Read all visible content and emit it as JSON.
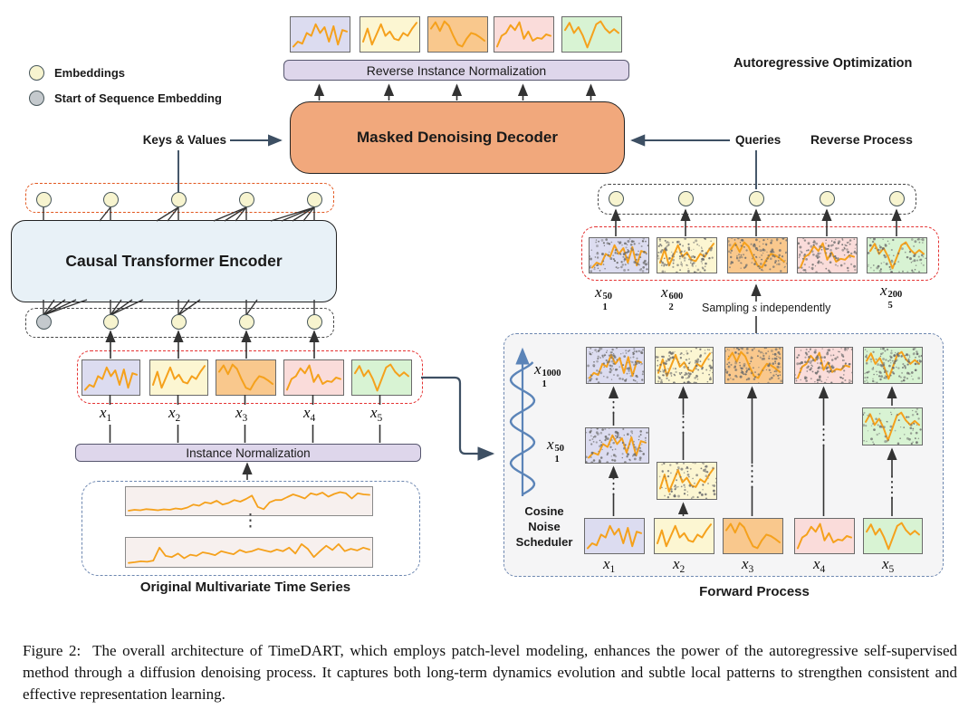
{
  "labels": {
    "reverse_instance_normalization": "Reverse Instance Normalization",
    "masked_denoising_decoder": "Masked Denoising Decoder",
    "causal_transformer_encoder": "Causal Transformer Encoder",
    "instance_normalization": "Instance Normalization",
    "autoregressive_optimization": "Autoregressive Optimization",
    "reverse_process": "Reverse Process",
    "keys_values": "Keys & Values",
    "queries": "Queries",
    "original_series": "Original Multivariate Time Series",
    "forward_process": "Forward Process",
    "sampling_prefix": "Sampling",
    "sampling_var": "s",
    "sampling_suffix": "independently",
    "cosine": [
      "Cosine",
      "Noise",
      "Scheduler"
    ],
    "vertical_dots": "⋮"
  },
  "legend": {
    "embeddings": "Embeddings",
    "start_of_sequence": "Start of Sequence Embedding"
  },
  "math": {
    "left": [
      {
        "base": "x",
        "sub": "1"
      },
      {
        "base": "x",
        "sub": "2"
      },
      {
        "base": "x",
        "sub": "3"
      },
      {
        "base": "x",
        "sub": "4"
      },
      {
        "base": "x",
        "sub": "5"
      }
    ],
    "forward_bottom": [
      {
        "base": "x",
        "sub": "1"
      },
      {
        "base": "x",
        "sub": "2"
      },
      {
        "base": "x",
        "sub": "3"
      },
      {
        "base": "x",
        "sub": "4"
      },
      {
        "base": "x",
        "sub": "5"
      }
    ],
    "noisy": [
      {
        "base": "x",
        "sub": "1",
        "sup": "50"
      },
      {
        "base": "x",
        "sub": "2",
        "sup": "600"
      },
      {
        "base": "x",
        "sub": "5",
        "sup": "200"
      }
    ],
    "t1000": {
      "base": "x",
      "sub": "1",
      "sup": "1000"
    },
    "t50": {
      "base": "x",
      "sub": "1",
      "sup": "50"
    }
  },
  "caption": {
    "tag": "Figure 2:",
    "text": "The overall architecture of TimeDART, which employs patch-level modeling, enhances the power of the autoregressive self-supervised method through a diffusion denoising process. It captures both long-term dynamics evolution and subtle local patterns to strengthen consistent and effective representation learning."
  },
  "colors": {
    "patch_purple": "#dcdcf0",
    "patch_yellow": "#fcf6d2",
    "patch_orange": "#f9c88d",
    "patch_pink": "#fadcda",
    "patch_green": "#d8f3d3",
    "strip_bg": "#f7f0ee",
    "line_orange": "#f5a11c",
    "bar_lavender": "#ded6eb",
    "decoder_orange": "#f1a87c",
    "encoder_blue": "#e8f1f7",
    "embed_yellow": "#f7f4cf",
    "embed_gray": "#c4c9cd",
    "dashed_red": "#e53232",
    "dashed_orange": "#e2571f",
    "dashed_black": "#444444",
    "dashed_blue": "#6d87b0",
    "forward_bg": "#f5f5f6",
    "arrow_dark": "#333333",
    "arrow_slate": "#3d4f63",
    "axis_blue": "#5b84b8"
  },
  "sparklines": {
    "s1": [
      0.08,
      0.25,
      0.18,
      0.55,
      0.45,
      0.85,
      0.55,
      0.75,
      0.25,
      0.78,
      0.15,
      0.65,
      0.6
    ],
    "s2": [
      0.25,
      0.7,
      0.15,
      0.5,
      0.85,
      0.45,
      0.6,
      0.35,
      0.3,
      0.55,
      0.45,
      0.7,
      0.9
    ],
    "s3": [
      0.7,
      0.92,
      0.62,
      0.95,
      0.8,
      0.45,
      0.15,
      0.08,
      0.35,
      0.55,
      0.5,
      0.4,
      0.28
    ],
    "s4": [
      0.08,
      0.45,
      0.55,
      0.82,
      0.65,
      0.92,
      0.35,
      0.6,
      0.28,
      0.38,
      0.35,
      0.5,
      0.45
    ],
    "s5": [
      0.65,
      0.9,
      0.55,
      0.75,
      0.45,
      0.05,
      0.45,
      0.85,
      0.95,
      0.7,
      0.55,
      0.68,
      0.55
    ],
    "strip1": [
      0.08,
      0.12,
      0.1,
      0.15,
      0.13,
      0.1,
      0.14,
      0.12,
      0.18,
      0.15,
      0.22,
      0.35,
      0.3,
      0.45,
      0.4,
      0.52,
      0.35,
      0.42,
      0.55,
      0.48,
      0.6,
      0.75,
      0.25,
      0.15,
      0.45,
      0.55,
      0.55,
      0.68,
      0.8,
      0.72,
      0.62,
      0.85,
      0.78,
      0.88,
      0.7,
      0.82,
      0.9,
      0.85,
      0.62,
      0.85,
      0.8,
      0.78
    ],
    "strip2": [
      0.05,
      0.08,
      0.12,
      0.1,
      0.15,
      0.7,
      0.35,
      0.3,
      0.45,
      0.25,
      0.4,
      0.35,
      0.5,
      0.45,
      0.38,
      0.55,
      0.48,
      0.42,
      0.6,
      0.5,
      0.55,
      0.65,
      0.58,
      0.52,
      0.62,
      0.55,
      0.7,
      0.45,
      0.85,
      0.65,
      0.3,
      0.55,
      0.78,
      0.6,
      0.85,
      0.55,
      0.65,
      0.58,
      0.7,
      0.62
    ]
  }
}
